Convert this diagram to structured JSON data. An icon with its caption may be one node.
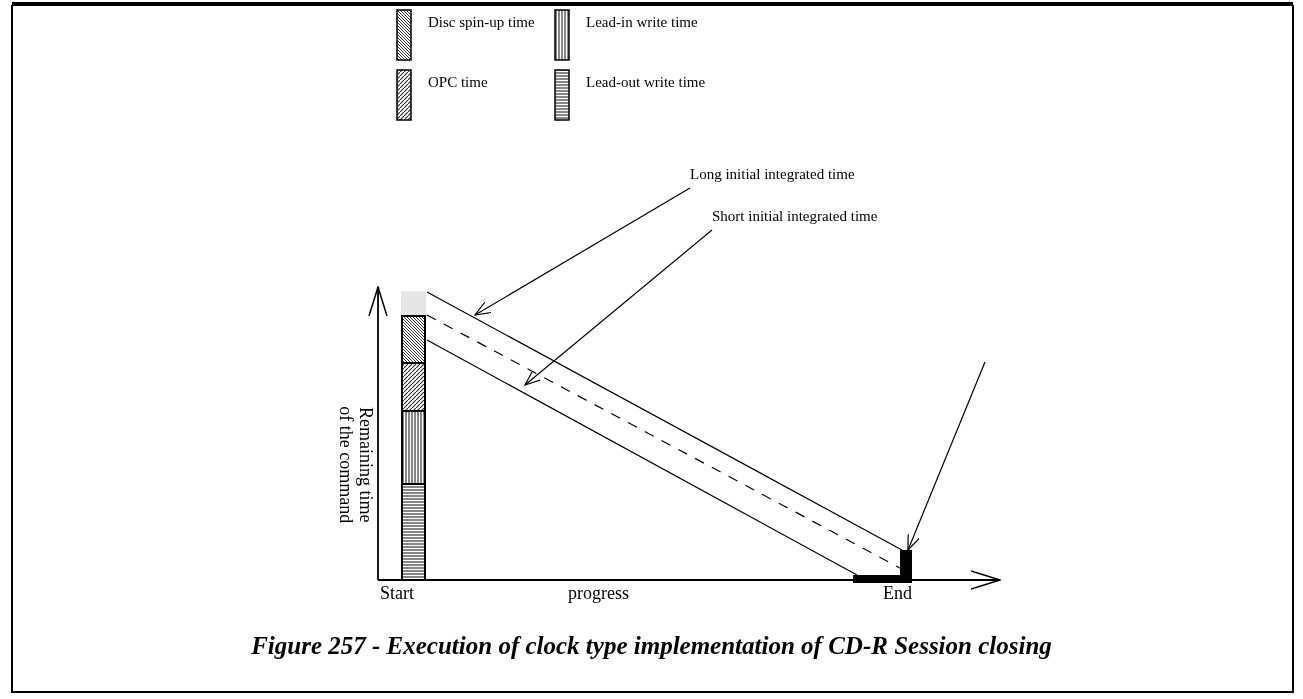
{
  "diagram": {
    "caption": "Figure 257 - Execution of clock type implementation of CD-R Session closing",
    "nodes": [
      {
        "text": [
          "Long initial integrated time"
        ]
      },
      {
        "text": [
          "Short initial integrated time"
        ]
      },
      {
        "text": [],
        "shape": "bar"
      }
    ],
    "edges": [
      {
        "from": 0,
        "to": null,
        "arrow": "to"
      },
      {
        "from": 1,
        "to": null,
        "arrow": "to"
      },
      {
        "from": null,
        "to": 2,
        "arrow": "to"
      }
    ],
    "labels": [
      "Remaining time of the command",
      "Start",
      "progress",
      "End"
    ],
    "legend": [
      {
        "text": "Disc spin-up time"
      },
      {
        "text": "OPC time"
      },
      {
        "text": "Lead-in write time"
      },
      {
        "text": "Lead-out write time"
      }
    ]
  }
}
